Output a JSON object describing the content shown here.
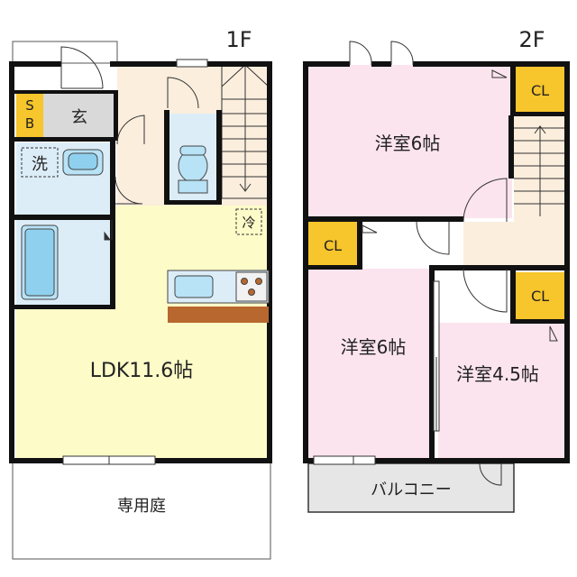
{
  "floors": {
    "first": {
      "label": "1F",
      "rooms": {
        "sb": "SB",
        "genkan": "玄",
        "sentaku": "洗",
        "rei": "冷",
        "ldk": "LDK11.6帖",
        "garden": "専用庭"
      }
    },
    "second": {
      "label": "2F",
      "rooms": {
        "room_top": "洋室6帖",
        "room_left": "洋室6帖",
        "room_right": "洋室4.5帖",
        "closet_top": "CL",
        "closet_left": "CL",
        "closet_right": "CL",
        "balcony": "バルコニー"
      }
    }
  },
  "colors": {
    "wall": "#111111",
    "ldk": "#fdfbc8",
    "wet_area": "#dcedf8",
    "hall": "#fbeedd",
    "genkan": "#d9d9d9",
    "closet": "#f7c52c",
    "bedroom": "#fce4ee",
    "balcony": "#e6e6e6",
    "kitchen_counter": "#b8672e"
  }
}
